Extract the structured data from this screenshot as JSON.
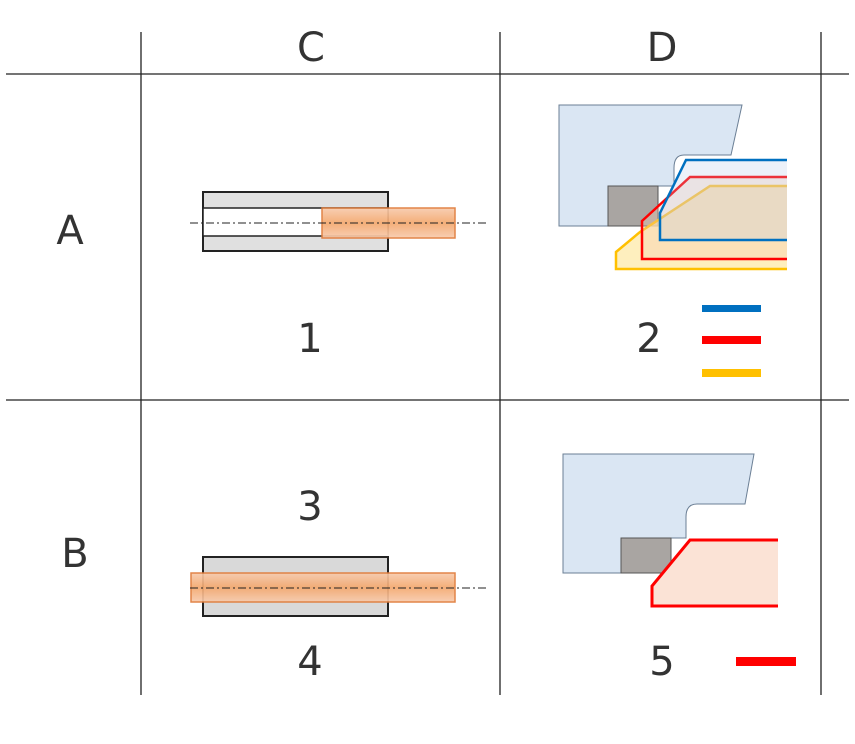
{
  "columns": [
    "C",
    "D"
  ],
  "rows": [
    "A",
    "B"
  ],
  "cells": {
    "A_C": "1",
    "A_D": "2",
    "B_C_top": "3",
    "B_C_bottom": "4",
    "B_D": "5"
  },
  "colors": {
    "grid": "#222222",
    "tube_fill": "#d9d9d9",
    "bar_fill": "#f4b183",
    "bar_stroke": "#e07b39",
    "panel_fill": "#dae6f3",
    "block_fill": "#a9a5a2",
    "line_blue": "#0070c0",
    "line_red": "#ff0000",
    "line_yellow": "#ffc000",
    "fill_peach": "#fbe3d6"
  },
  "legend_A_D": [
    "blue",
    "red",
    "yellow"
  ],
  "legend_B_D": [
    "red"
  ]
}
